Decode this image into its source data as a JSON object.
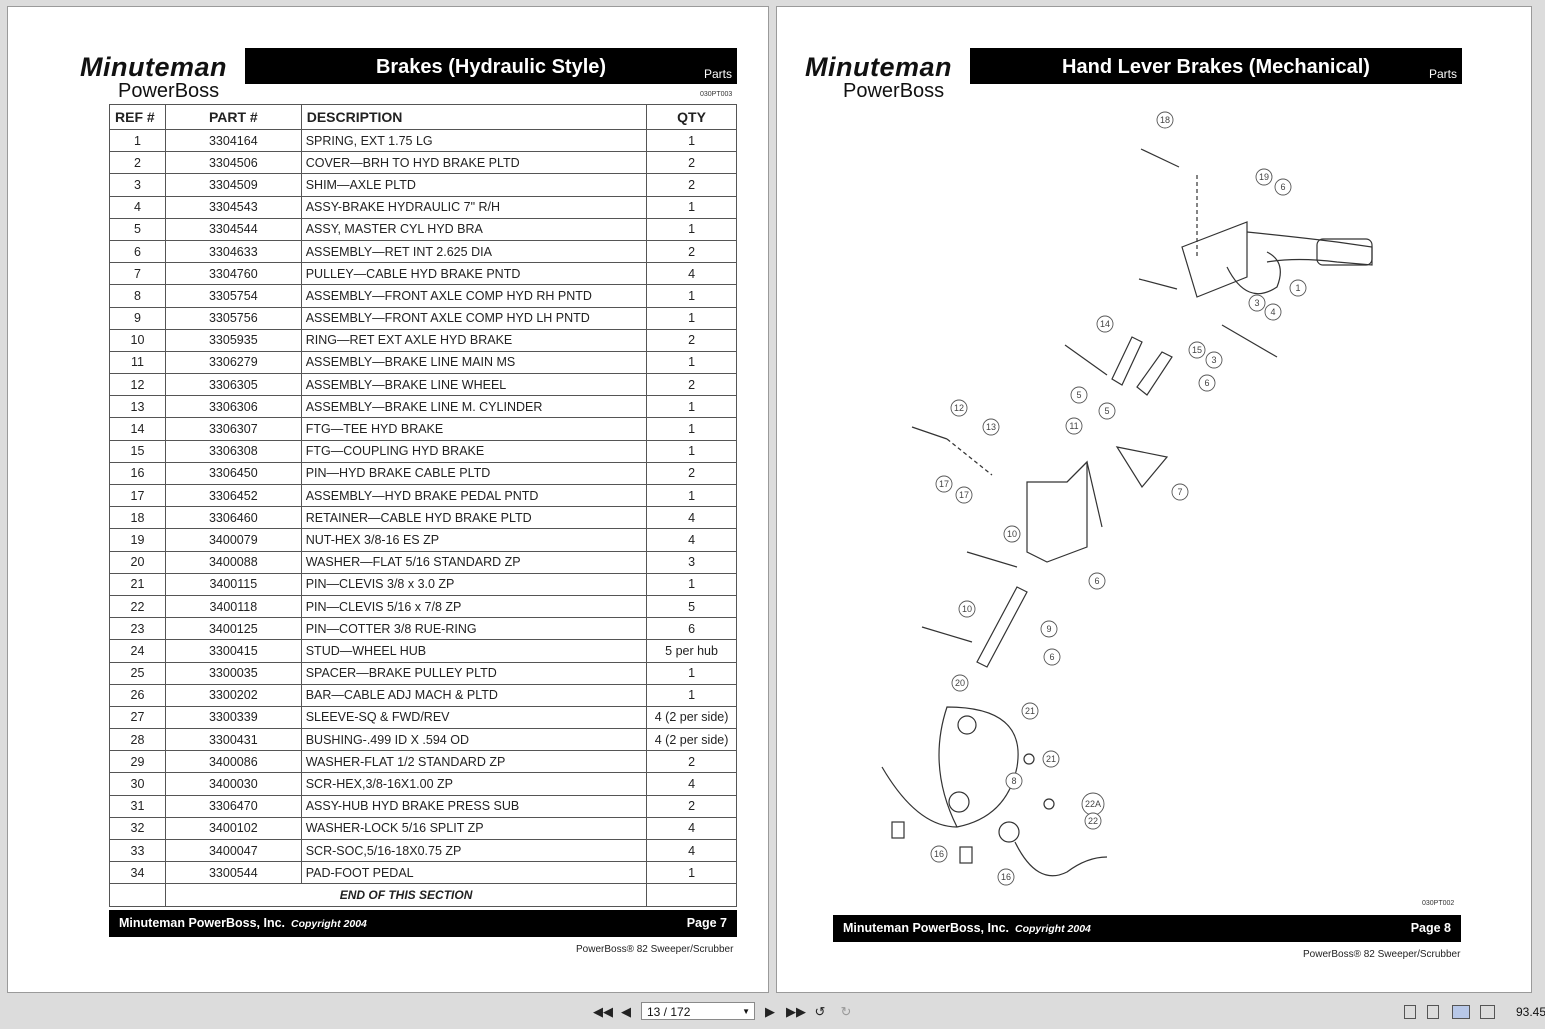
{
  "left_page": {
    "logo_top": "Minuteman",
    "logo_bottom": "PowerBoss",
    "title": "Brakes (Hydraulic Style)",
    "section": "Parts",
    "code": "030PT003",
    "columns": [
      "REF #",
      "PART #",
      "DESCRIPTION",
      "QTY"
    ],
    "rows": [
      [
        "1",
        "3304164",
        "SPRING, EXT 1.75 LG",
        "1"
      ],
      [
        "2",
        "3304506",
        "COVER—BRH TO HYD BRAKE PLTD",
        "2"
      ],
      [
        "3",
        "3304509",
        "SHIM—AXLE PLTD",
        "2"
      ],
      [
        "4",
        "3304543",
        "ASSY-BRAKE HYDRAULIC 7\" R/H",
        "1"
      ],
      [
        "5",
        "3304544",
        "ASSY, MASTER CYL HYD BRA",
        "1"
      ],
      [
        "6",
        "3304633",
        "ASSEMBLY—RET INT 2.625 DIA",
        "2"
      ],
      [
        "7",
        "3304760",
        "PULLEY—CABLE HYD BRAKE PNTD",
        "4"
      ],
      [
        "8",
        "3305754",
        "ASSEMBLY—FRONT AXLE COMP HYD RH PNTD",
        "1"
      ],
      [
        "9",
        "3305756",
        "ASSEMBLY—FRONT AXLE COMP HYD LH PNTD",
        "1"
      ],
      [
        "10",
        "3305935",
        "RING—RET EXT AXLE HYD BRAKE",
        "2"
      ],
      [
        "11",
        "3306279",
        "ASSEMBLY—BRAKE LINE MAIN MS",
        "1"
      ],
      [
        "12",
        "3306305",
        "ASSEMBLY—BRAKE LINE WHEEL",
        "2"
      ],
      [
        "13",
        "3306306",
        "ASSEMBLY—BRAKE LINE M. CYLINDER",
        "1"
      ],
      [
        "14",
        "3306307",
        "FTG—TEE HYD BRAKE",
        "1"
      ],
      [
        "15",
        "3306308",
        "FTG—COUPLING HYD BRAKE",
        "1"
      ],
      [
        "16",
        "3306450",
        "PIN—HYD BRAKE CABLE PLTD",
        "2"
      ],
      [
        "17",
        "3306452",
        "ASSEMBLY—HYD BRAKE PEDAL PNTD",
        "1"
      ],
      [
        "18",
        "3306460",
        "RETAINER—CABLE HYD BRAKE PLTD",
        "4"
      ],
      [
        "19",
        "3400079",
        "NUT-HEX 3/8-16 ES ZP",
        "4"
      ],
      [
        "20",
        "3400088",
        "WASHER—FLAT 5/16 STANDARD ZP",
        "3"
      ],
      [
        "21",
        "3400115",
        "PIN—CLEVIS 3/8 x 3.0 ZP",
        "1"
      ],
      [
        "22",
        "3400118",
        "PIN—CLEVIS 5/16 x 7/8 ZP",
        "5"
      ],
      [
        "23",
        "3400125",
        "PIN—COTTER 3/8 RUE-RING",
        "6"
      ],
      [
        "24",
        "3300415",
        "STUD—WHEEL HUB",
        "5 per hub"
      ],
      [
        "25",
        "3300035",
        "SPACER—BRAKE PULLEY PLTD",
        "1"
      ],
      [
        "26",
        "3300202",
        "BAR—CABLE ADJ MACH & PLTD",
        "1"
      ],
      [
        "27",
        "3300339",
        "SLEEVE-SQ & FWD/REV",
        "4 (2 per side)"
      ],
      [
        "28",
        "3300431",
        "BUSHING-.499 ID X .594 OD",
        "4 (2 per side)"
      ],
      [
        "29",
        "3400086",
        "WASHER-FLAT 1/2 STANDARD ZP",
        "2"
      ],
      [
        "30",
        "3400030",
        "SCR-HEX,3/8-16X1.00 ZP",
        "4"
      ],
      [
        "31",
        "3306470",
        "ASSY-HUB HYD BRAKE PRESS SUB",
        "2"
      ],
      [
        "32",
        "3400102",
        "WASHER-LOCK 5/16 SPLIT ZP",
        "4"
      ],
      [
        "33",
        "3400047",
        "SCR-SOC,5/16-18X0.75 ZP",
        "4"
      ],
      [
        "34",
        "3300544",
        "PAD-FOOT PEDAL",
        "1"
      ]
    ],
    "end_text": "END OF THIS SECTION",
    "footer_company": "Minuteman PowerBoss, Inc.",
    "footer_copyright": "Copyright 2004",
    "page_label": "Page 7",
    "product": "PowerBoss® 82 Sweeper/Scrubber"
  },
  "right_page": {
    "logo_top": "Minuteman",
    "logo_bottom": "PowerBoss",
    "title": "Hand Lever Brakes (Mechanical)",
    "section": "Parts",
    "code": "030PT002",
    "callouts": [
      "18",
      "19",
      "6",
      "1",
      "3",
      "4",
      "14",
      "15",
      "3",
      "5",
      "5",
      "6",
      "12",
      "13",
      "11",
      "17",
      "17",
      "7",
      "10",
      "6",
      "10",
      "9",
      "6",
      "20",
      "21",
      "21",
      "8",
      "22A",
      "22",
      "16",
      "16"
    ],
    "footer_company": "Minuteman PowerBoss, Inc.",
    "footer_copyright": "Copyright 2004",
    "page_label": "Page 8",
    "product": "PowerBoss® 82 Sweeper/Scrubber"
  },
  "toolbar": {
    "page_field": "13 / 172",
    "zoom": "93.45"
  }
}
